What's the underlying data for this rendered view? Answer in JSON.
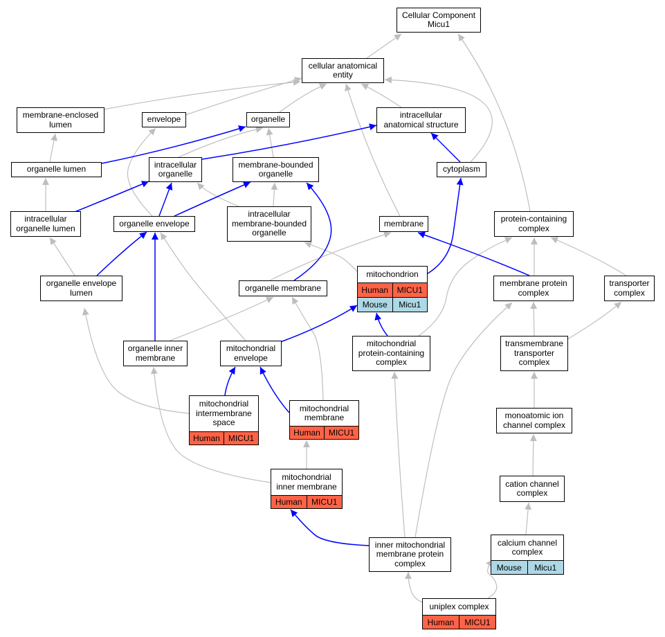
{
  "diagram": {
    "colors": {
      "species": {
        "Human": "#ff6347",
        "Mouse": "#add8e6"
      },
      "edge_primary": "#0000ff",
      "edge_secondary": "#bebebe"
    },
    "nodes": [
      {
        "id": "root",
        "label": "Cellular Component\nMicu1"
      },
      {
        "id": "cae",
        "label": "cellular anatomical\nentity"
      },
      {
        "id": "mel",
        "label": "membrane-enclosed\nlumen"
      },
      {
        "id": "env",
        "label": "envelope"
      },
      {
        "id": "org",
        "label": "organelle"
      },
      {
        "id": "ias",
        "label": "intracellular\nanatomical structure"
      },
      {
        "id": "orgl",
        "label": "organelle lumen"
      },
      {
        "id": "io",
        "label": "intracellular\norganelle"
      },
      {
        "id": "mbo",
        "label": "membrane-bounded\norganelle"
      },
      {
        "id": "cyto",
        "label": "cytoplasm"
      },
      {
        "id": "iol",
        "label": "intracellular\norganelle lumen"
      },
      {
        "id": "oenv",
        "label": "organelle envelope"
      },
      {
        "id": "imbo",
        "label": "intracellular\nmembrane-bounded\norganelle"
      },
      {
        "id": "mem",
        "label": "membrane"
      },
      {
        "id": "pcc",
        "label": "protein-containing\ncomplex"
      },
      {
        "id": "mito",
        "label": "mitochondrion",
        "annotations": [
          {
            "species": "Human",
            "gene": "MICU1"
          },
          {
            "species": "Mouse",
            "gene": "Micu1"
          }
        ]
      },
      {
        "id": "oel",
        "label": "organelle envelope\nlumen"
      },
      {
        "id": "om",
        "label": "organelle membrane"
      },
      {
        "id": "mpc",
        "label": "membrane protein\ncomplex"
      },
      {
        "id": "tc",
        "label": "transporter\ncomplex"
      },
      {
        "id": "oim",
        "label": "organelle inner\nmembrane"
      },
      {
        "id": "me",
        "label": "mitochondrial\nenvelope"
      },
      {
        "id": "mpcc",
        "label": "mitochondrial\nprotein-containing\ncomplex"
      },
      {
        "id": "ttc",
        "label": "transmembrane\ntransporter\ncomplex"
      },
      {
        "id": "mis",
        "label": "mitochondrial\nintermembrane\nspace",
        "annotations": [
          {
            "species": "Human",
            "gene": "MICU1"
          }
        ]
      },
      {
        "id": "mm",
        "label": "mitochondrial\nmembrane",
        "annotations": [
          {
            "species": "Human",
            "gene": "MICU1"
          }
        ]
      },
      {
        "id": "moicc",
        "label": "monoatomic ion\nchannel complex"
      },
      {
        "id": "mim",
        "label": "mitochondrial\ninner membrane",
        "annotations": [
          {
            "species": "Human",
            "gene": "MICU1"
          }
        ]
      },
      {
        "id": "ccc",
        "label": "cation channel\ncomplex"
      },
      {
        "id": "imc",
        "label": "inner mitochondrial\nmembrane protein\ncomplex"
      },
      {
        "id": "cachc",
        "label": "calcium channel\ncomplex",
        "annotations": [
          {
            "species": "Mouse",
            "gene": "Micu1"
          }
        ]
      },
      {
        "id": "unip",
        "label": "uniplex complex",
        "annotations": [
          {
            "species": "Human",
            "gene": "MICU1"
          }
        ]
      }
    ],
    "edges": [
      {
        "from": "cae",
        "to": "root",
        "kind": "secondary"
      },
      {
        "from": "pcc",
        "to": "root",
        "kind": "secondary"
      },
      {
        "from": "mel",
        "to": "cae",
        "kind": "secondary"
      },
      {
        "from": "env",
        "to": "cae",
        "kind": "secondary"
      },
      {
        "from": "org",
        "to": "cae",
        "kind": "secondary"
      },
      {
        "from": "ias",
        "to": "cae",
        "kind": "secondary"
      },
      {
        "from": "cyto",
        "to": "cae",
        "kind": "secondary"
      },
      {
        "from": "mem",
        "to": "cae",
        "kind": "secondary"
      },
      {
        "from": "orgl",
        "to": "mel",
        "kind": "secondary"
      },
      {
        "from": "orgl",
        "to": "org",
        "kind": "primary"
      },
      {
        "from": "io",
        "to": "org",
        "kind": "secondary"
      },
      {
        "from": "io",
        "to": "ias",
        "kind": "primary"
      },
      {
        "from": "mbo",
        "to": "org",
        "kind": "secondary"
      },
      {
        "from": "cyto",
        "to": "ias",
        "kind": "primary"
      },
      {
        "from": "iol",
        "to": "orgl",
        "kind": "secondary"
      },
      {
        "from": "iol",
        "to": "io",
        "kind": "primary"
      },
      {
        "from": "oenv",
        "to": "env",
        "kind": "secondary"
      },
      {
        "from": "oenv",
        "to": "io",
        "kind": "primary"
      },
      {
        "from": "oenv",
        "to": "mbo",
        "kind": "primary"
      },
      {
        "from": "imbo",
        "to": "io",
        "kind": "secondary"
      },
      {
        "from": "imbo",
        "to": "mbo",
        "kind": "secondary"
      },
      {
        "from": "mito",
        "to": "imbo",
        "kind": "secondary"
      },
      {
        "from": "mito",
        "to": "cyto",
        "kind": "primary"
      },
      {
        "from": "oel",
        "to": "iol",
        "kind": "secondary"
      },
      {
        "from": "oel",
        "to": "oenv",
        "kind": "primary"
      },
      {
        "from": "om",
        "to": "mem",
        "kind": "secondary"
      },
      {
        "from": "om",
        "to": "mbo",
        "kind": "primary"
      },
      {
        "from": "mpc",
        "to": "mem",
        "kind": "primary"
      },
      {
        "from": "mpc",
        "to": "pcc",
        "kind": "secondary"
      },
      {
        "from": "tc",
        "to": "pcc",
        "kind": "secondary"
      },
      {
        "from": "oim",
        "to": "oenv",
        "kind": "primary"
      },
      {
        "from": "oim",
        "to": "om",
        "kind": "secondary"
      },
      {
        "from": "me",
        "to": "oenv",
        "kind": "secondary"
      },
      {
        "from": "me",
        "to": "mito",
        "kind": "primary"
      },
      {
        "from": "mpcc",
        "to": "mito",
        "kind": "primary"
      },
      {
        "from": "mpcc",
        "to": "pcc",
        "kind": "secondary"
      },
      {
        "from": "ttc",
        "to": "mpc",
        "kind": "secondary"
      },
      {
        "from": "ttc",
        "to": "tc",
        "kind": "secondary"
      },
      {
        "from": "mis",
        "to": "me",
        "kind": "primary"
      },
      {
        "from": "mis",
        "to": "oel",
        "kind": "secondary"
      },
      {
        "from": "mm",
        "to": "me",
        "kind": "primary"
      },
      {
        "from": "mm",
        "to": "om",
        "kind": "secondary"
      },
      {
        "from": "moicc",
        "to": "ttc",
        "kind": "secondary"
      },
      {
        "from": "mim",
        "to": "mm",
        "kind": "secondary"
      },
      {
        "from": "mim",
        "to": "oim",
        "kind": "secondary"
      },
      {
        "from": "ccc",
        "to": "moicc",
        "kind": "secondary"
      },
      {
        "from": "imc",
        "to": "mim",
        "kind": "primary"
      },
      {
        "from": "imc",
        "to": "mpcc",
        "kind": "secondary"
      },
      {
        "from": "imc",
        "to": "mpc",
        "kind": "secondary"
      },
      {
        "from": "cachc",
        "to": "ccc",
        "kind": "secondary"
      },
      {
        "from": "unip",
        "to": "imc",
        "kind": "secondary"
      },
      {
        "from": "unip",
        "to": "cachc",
        "kind": "secondary"
      }
    ]
  }
}
